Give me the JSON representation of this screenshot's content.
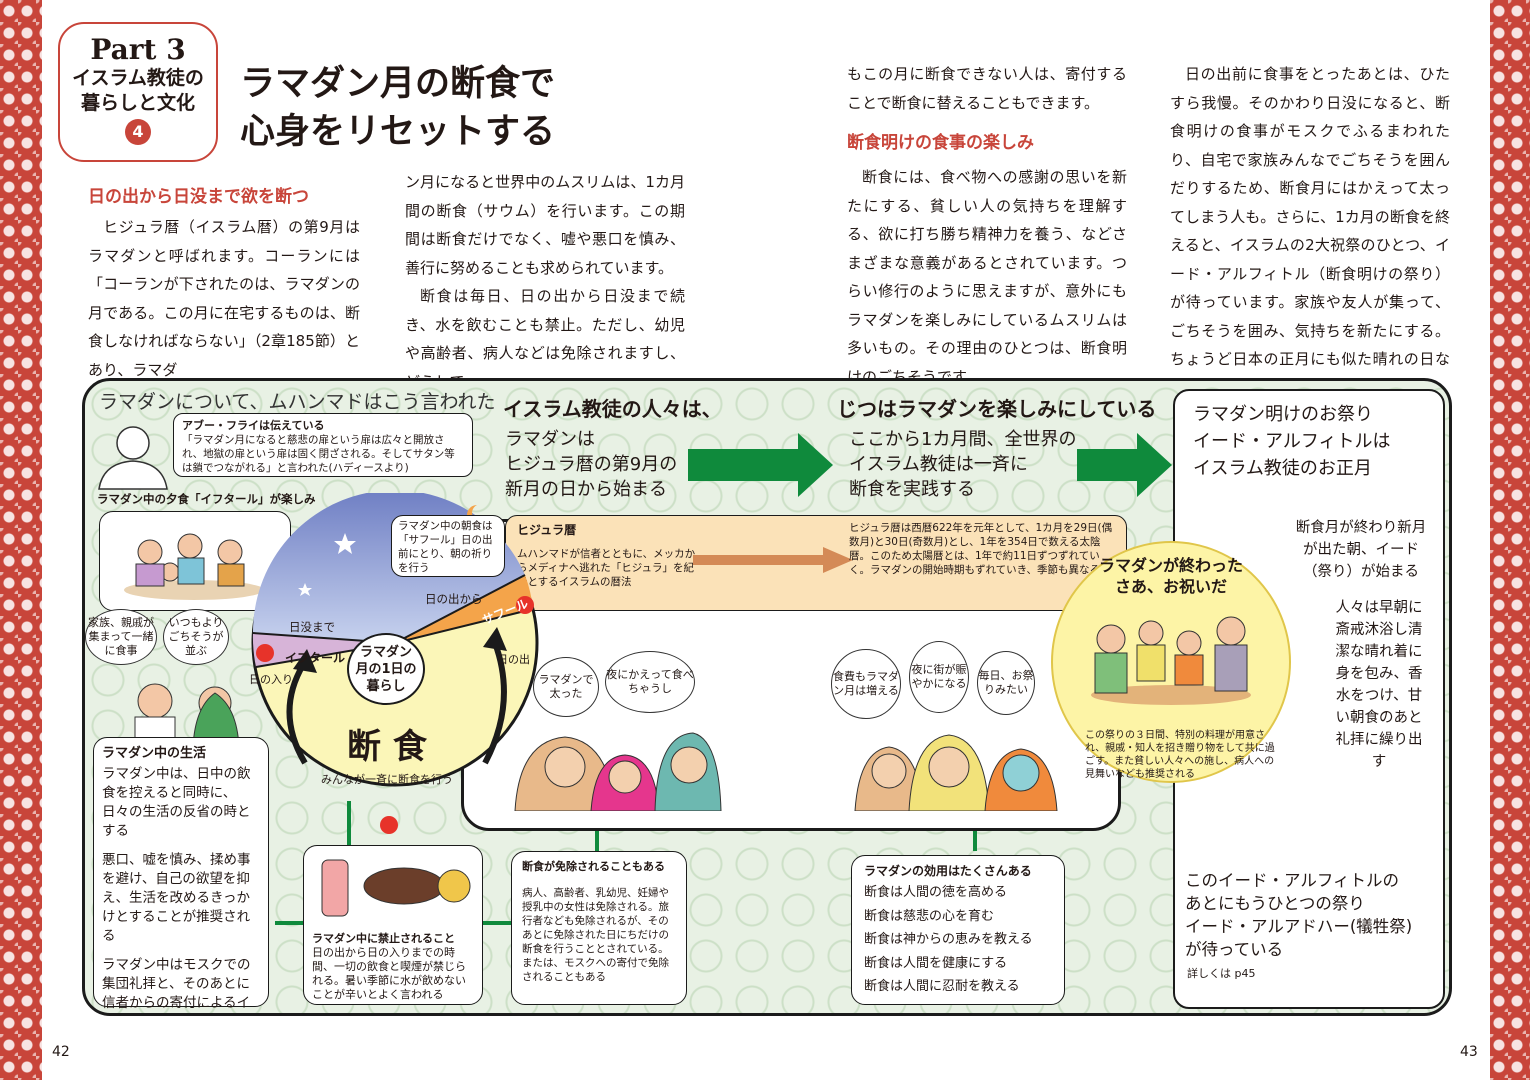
{
  "header": {
    "part": "Part 3",
    "series_line1": "イスラム教徒の",
    "series_line2": "暮らしと文化",
    "number": "4",
    "title_line1": "ラマダン月の断食で",
    "title_line2": "心身をリセットする"
  },
  "article": {
    "section1_heading": "日の出から日没まで欲を断つ",
    "col1": "ヒジュラ暦（イスラム暦）の第9月はラマダンと呼ばれます。コーランには「コーランが下されたのは、ラマダンの月である。この月に在宅するものは、断食しなければならない」（2章185節）とあり、ラマダ",
    "col2_p1": "ン月になると世界中のムスリムは、1カ月間の断食（サウム）を行います。この期間は断食だけでなく、嘘や悪口を慎み、善行に努めることも求められています。",
    "col2_p2": "断食は毎日、日の出から日没まで続き、水を飲むことも禁止。ただし、幼児や高齢者、病人などは免除されますし、どうして",
    "col3_p1": "もこの月に断食できない人は、寄付することで断食に替えることもできます。",
    "section2_heading": "断食明けの食事の楽しみ",
    "col3_p2": "断食には、食べ物への感謝の思いを新たにする、貧しい人の気持ちを理解する、欲に打ち勝ち精神力を養う、などさまざまな意義があるとされています。つらい修行のように思えますが、意外にもラマダンを楽しみにしているムスリムは多いもの。その理由のひとつは、断食明けのごちそうです。",
    "col4": "日の出前に食事をとったあとは、ひたすら我慢。そのかわり日没になると、断食明けの食事がモスクでふるまわれたり、自宅で家族みんなでごちそうを囲んだりするため、断食月にはかえって太ってしまう人も。さらに、1カ月の断食を終えると、イスラムの2大祝祭のひとつ、イード・アルフィトル（断食明けの祭り）が待っています。家族や友人が集って、ごちそうを囲み、気持ちを新たにする。ちょうど日本の正月にも似た晴れの日なのです。"
  },
  "diagram": {
    "muhammad_said": "ラマダンについて、ムハンマドはこう言われた",
    "abu_title": "アブー・フライは伝えている",
    "abu_text": "「ラマダン月になると慈悲の扉という扉は広々と開放され、地獄の扉という扉は固く閉ざされる。そしてサタン等は鎖でつながれる」と言われた(ハディースより)",
    "flow_head1": "イスラム教徒の人々は、",
    "flow_head2": "じつはラマダンを楽しみにしている",
    "flow_text1": "ラマダンは\nヒジュラ暦の第9月の\n新月の日から始まる",
    "flow_text2": "ここから1カ月間、全世界の\nイスラム教徒は一斉に\n断食を実践する",
    "iftar_title": "ラマダン中の夕食「イフタール」が楽しみ",
    "bubble_family": "家族、親戚が集まって一緒に食事",
    "bubble_more_food": "いつもよりごちそうが並ぶ",
    "suhoor_note": "ラマダン中の朝食は「サフール」日の出前にとり、朝の祈りを行う",
    "label_sunset": "日没まで",
    "label_sunrise_until": "日の出から",
    "label_iftar": "イフタール",
    "label_suhoor": "サフール",
    "label_sunset_point": "日の入り",
    "label_sunrise_point": "日の出",
    "circle_center": "ラマダン月の1日の暮らし",
    "circle_fasting": "断 食",
    "circle_caption": "みんなが一斉に断食を行う",
    "hijri_title": "ヒジュラ暦",
    "hijri_left": "ムハンマドが信者とともに、メッカからメディナへ逃れた「ヒジュラ」を紀元とするイスラムの暦法",
    "hijri_right": "ヒジュラ暦は西暦622年を元年として、1カ月を29日(偶数月)と30日(奇数月)とし、1年を354日で数える太陰暦。このため太陽暦とは、1年で約11日ずつずれていく。ラマダンの開始時期もずれていき、季節も異なる",
    "bubble_fat": "ラマダンで太った",
    "bubble_eat": "夜にかえって食べちゃうし",
    "bubble_food_more": "食費もラマダン月は増える",
    "bubble_lively": "夜に街が賑やかになる",
    "bubble_festival": "毎日、お祭りみたい",
    "celebrate_title": "ラマダンが終わった\nさあ、お祝いだ",
    "celebrate_text": "この祭りの３日間、特別の料理が用意され、親戚・知人を招き贈り物をして共に過ごす。また貧しい人々への施し、病人への見舞いなども推奨される",
    "eid_heading": "ラマダン明けのお祭り\nイード・アルフィトルは\nイスラム教徒のお正月",
    "eid_text1": "断食月が終わり新月が出た朝、イード（祭り）が始まる",
    "eid_text2": "人々は早朝に斎戒沐浴し清潔な晴れ着に身を包み、香水をつけ、甘い朝食のあと礼拝に繰り出す",
    "eid_adha": "このイード・アルフィトルの\nあとにもうひとつの祭り\nイード・アルアドハー(犠牲祭)\nが待っている",
    "eid_ref": "詳しくは p45",
    "life_title": "ラマダン中の生活",
    "life_p1": "ラマダン中は、日中の飲食を控えると同時に、日々の生活の反省の時とする",
    "life_p2": "悪口、嘘を慎み、揉め事を避け、自己の欲望を抑え、生活を改めるきっかけとすることが推奨される",
    "life_p3": "ラマダン中はモスクでの集団礼拝と、そのあとに信者からの寄付によるイフタールが行われる",
    "forbid_title": "ラマダン中に禁止されること",
    "forbid_text": "日の出から日の入りまでの時間、一切の飲食と喫煙が禁じられる。暑い季節に水が飲めないことが辛いとよく言われる",
    "exempt_title": "断食が免除されることもある",
    "exempt_text": "病人、高齢者、乳幼児、妊婦や授乳中の女性は免除される。旅行者なども免除されるが、そのあとに免除された日にちだけの断食を行うこととされている。または、モスクへの寄付で免除されることもある",
    "effects_title": "ラマダンの効用はたくさんある",
    "effects": [
      "断食は人間の徳を高める",
      "断食は慈悲の心を育む",
      "断食は神からの恵みを教える",
      "断食は人間を健康にする",
      "断食は人間に忍耐を教える"
    ]
  },
  "pages": {
    "left": "42",
    "right": "43"
  },
  "colors": {
    "accent_red": "#c8453a",
    "arrow_green": "#0f8a3c",
    "diagram_bg": "#e8f1e4",
    "hijri_bg": "#fbe2b8"
  }
}
